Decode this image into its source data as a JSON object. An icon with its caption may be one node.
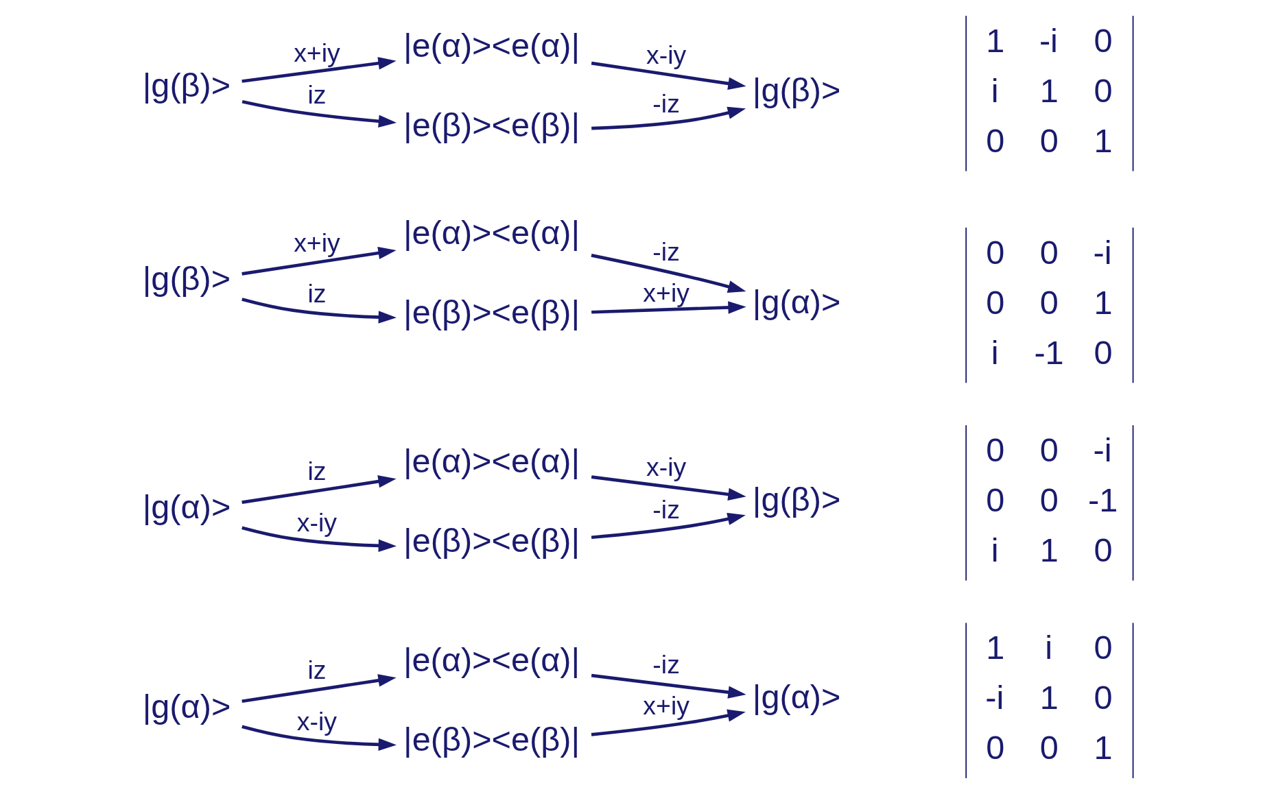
{
  "diagram": {
    "nodes": [
      {
        "text": [
          "|g(α)>"
        ]
      },
      {
        "text": [
          "|e(α)><e(α)|"
        ]
      },
      {
        "text": [
          "|e(β)><e(β)|"
        ]
      },
      {
        "text": [
          "|g(α)>"
        ]
      },
      {
        "text": [
          "|g(α)>"
        ]
      },
      {
        "text": [
          "|e(α)><e(α)|"
        ]
      },
      {
        "text": [
          "|e(β)><e(β)|"
        ]
      },
      {
        "text": [
          "|g(β)>"
        ]
      },
      {
        "text": [
          "|g(β)>"
        ]
      },
      {
        "text": [
          "|e(α)><e(α)|"
        ]
      },
      {
        "text": [
          "|e(β)><e(β)|"
        ]
      },
      {
        "text": [
          "|g(α)>"
        ]
      },
      {
        "text": [
          "|g(β)>"
        ]
      },
      {
        "text": [
          "|e(α)><e(α)|"
        ]
      },
      {
        "text": [
          "|e(β)><e(β)|"
        ]
      },
      {
        "text": [
          "|g(β)>"
        ]
      }
    ],
    "edges": [
      {
        "from": 0,
        "to": 1,
        "arrow": "to",
        "label": "iz"
      },
      {
        "from": 0,
        "to": 2,
        "arrow": "to",
        "label": "x-iy"
      },
      {
        "from": 1,
        "to": 3,
        "arrow": "to",
        "label": "-iz"
      },
      {
        "from": 2,
        "to": 3,
        "arrow": "to",
        "label": "x+iy"
      },
      {
        "from": 4,
        "to": 5,
        "arrow": "to",
        "label": "iz"
      },
      {
        "from": 4,
        "to": 6,
        "arrow": "to",
        "label": "x-iy"
      },
      {
        "from": 5,
        "to": 7,
        "arrow": "to",
        "label": "x-iy"
      },
      {
        "from": 6,
        "to": 7,
        "arrow": "to",
        "label": "-iz"
      },
      {
        "from": 8,
        "to": 9,
        "arrow": "to",
        "label": "x+iy"
      },
      {
        "from": 8,
        "to": 10,
        "arrow": "to",
        "label": "iz"
      },
      {
        "from": 9,
        "to": 11,
        "arrow": "to",
        "label": "-iz"
      },
      {
        "from": 10,
        "to": 11,
        "arrow": "to",
        "label": "x+iy"
      },
      {
        "from": 12,
        "to": 13,
        "arrow": "to",
        "label": "x+iy"
      },
      {
        "from": 12,
        "to": 14,
        "arrow": "to",
        "label": "iz"
      },
      {
        "from": 13,
        "to": 15,
        "arrow": "to",
        "label": "x-iy"
      },
      {
        "from": 14,
        "to": 15,
        "arrow": "to",
        "label": "-iz"
      }
    ],
    "labels": [
      "1",
      "i",
      "0",
      "-i",
      "1",
      "0",
      "0",
      "0",
      "1",
      "0",
      "0",
      "-i",
      "0",
      "0",
      "-1",
      "i",
      "1",
      "0",
      "0",
      "0",
      "-i",
      "0",
      "0",
      "1",
      "i",
      "-1",
      "0",
      "1",
      "-i",
      "0",
      "i",
      "1",
      "0",
      "0",
      "0",
      "1"
    ]
  }
}
